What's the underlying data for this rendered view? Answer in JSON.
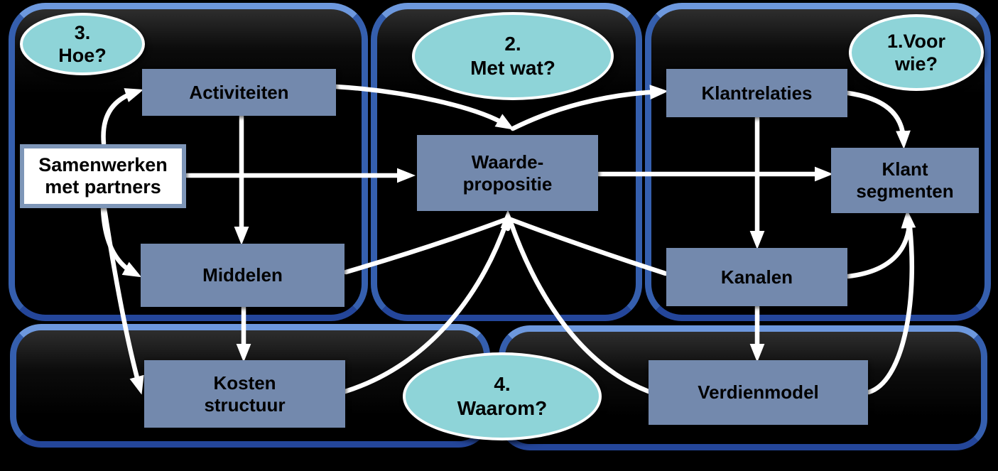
{
  "diagram": {
    "language": "nl",
    "background_color": "#000000",
    "colors": {
      "panel_border": "#355fae",
      "panel_border_highlight": "#6d98dd",
      "panel_fill": "#0a0a0a",
      "node_fill": "#7389ad",
      "node_text": "#000000",
      "partner_box_fill": "#ffffff",
      "partner_box_border": "#7e96b8",
      "ellipse_fill": "#8ed4d8",
      "ellipse_border": "#ffffff",
      "arrow": "#ffffff"
    },
    "nodes": {
      "activiteiten": {
        "label": "Activiteiten"
      },
      "klantrelaties": {
        "label": "Klantrelaties"
      },
      "waardepropositie": {
        "line1": "Waarde-",
        "line2": "propositie"
      },
      "klantsegmenten": {
        "line1": "Klant",
        "line2": "segmenten"
      },
      "samenwerken": {
        "line1": "Samenwerken",
        "line2": "met partners"
      },
      "middelen": {
        "label": "Middelen"
      },
      "kanalen": {
        "label": "Kanalen"
      },
      "kostenstructuur": {
        "line1": "Kosten",
        "line2": "structuur"
      },
      "verdienmodel": {
        "label": "Verdienmodel"
      }
    },
    "questions": {
      "q1": {
        "line1": "1.Voor",
        "line2": "wie?"
      },
      "q2": {
        "line1": "2.",
        "line2": "Met wat?"
      },
      "q3": {
        "line1": "3.",
        "line2": "Hoe?"
      },
      "q4": {
        "line1": "4.",
        "line2": "Waarom?"
      }
    },
    "edges": [
      {
        "from": "samenwerken",
        "to": "activiteiten"
      },
      {
        "from": "samenwerken",
        "to": "middelen"
      },
      {
        "from": "samenwerken",
        "to": "kostenstructuur"
      },
      {
        "from": "samenwerken",
        "to": "waardepropositie"
      },
      {
        "from": "activiteiten",
        "to": "middelen"
      },
      {
        "from": "activiteiten",
        "to": "waardepropositie"
      },
      {
        "from": "waardepropositie",
        "to": "klantrelaties"
      },
      {
        "from": "waardepropositie",
        "to": "klantsegmenten"
      },
      {
        "from": "klantrelaties",
        "to": "kanalen"
      },
      {
        "from": "klantrelaties",
        "to": "klantsegmenten"
      },
      {
        "from": "kanalen",
        "to": "verdienmodel"
      },
      {
        "from": "kanalen",
        "to": "klantsegmenten"
      },
      {
        "from": "kanalen",
        "to": "waardepropositie"
      },
      {
        "from": "middelen",
        "to": "kostenstructuur"
      },
      {
        "from": "middelen",
        "to": "waardepropositie"
      },
      {
        "from": "kostenstructuur",
        "to": "waardepropositie"
      },
      {
        "from": "verdienmodel",
        "to": "klantsegmenten"
      },
      {
        "from": "verdienmodel",
        "to": "waardepropositie"
      }
    ]
  }
}
